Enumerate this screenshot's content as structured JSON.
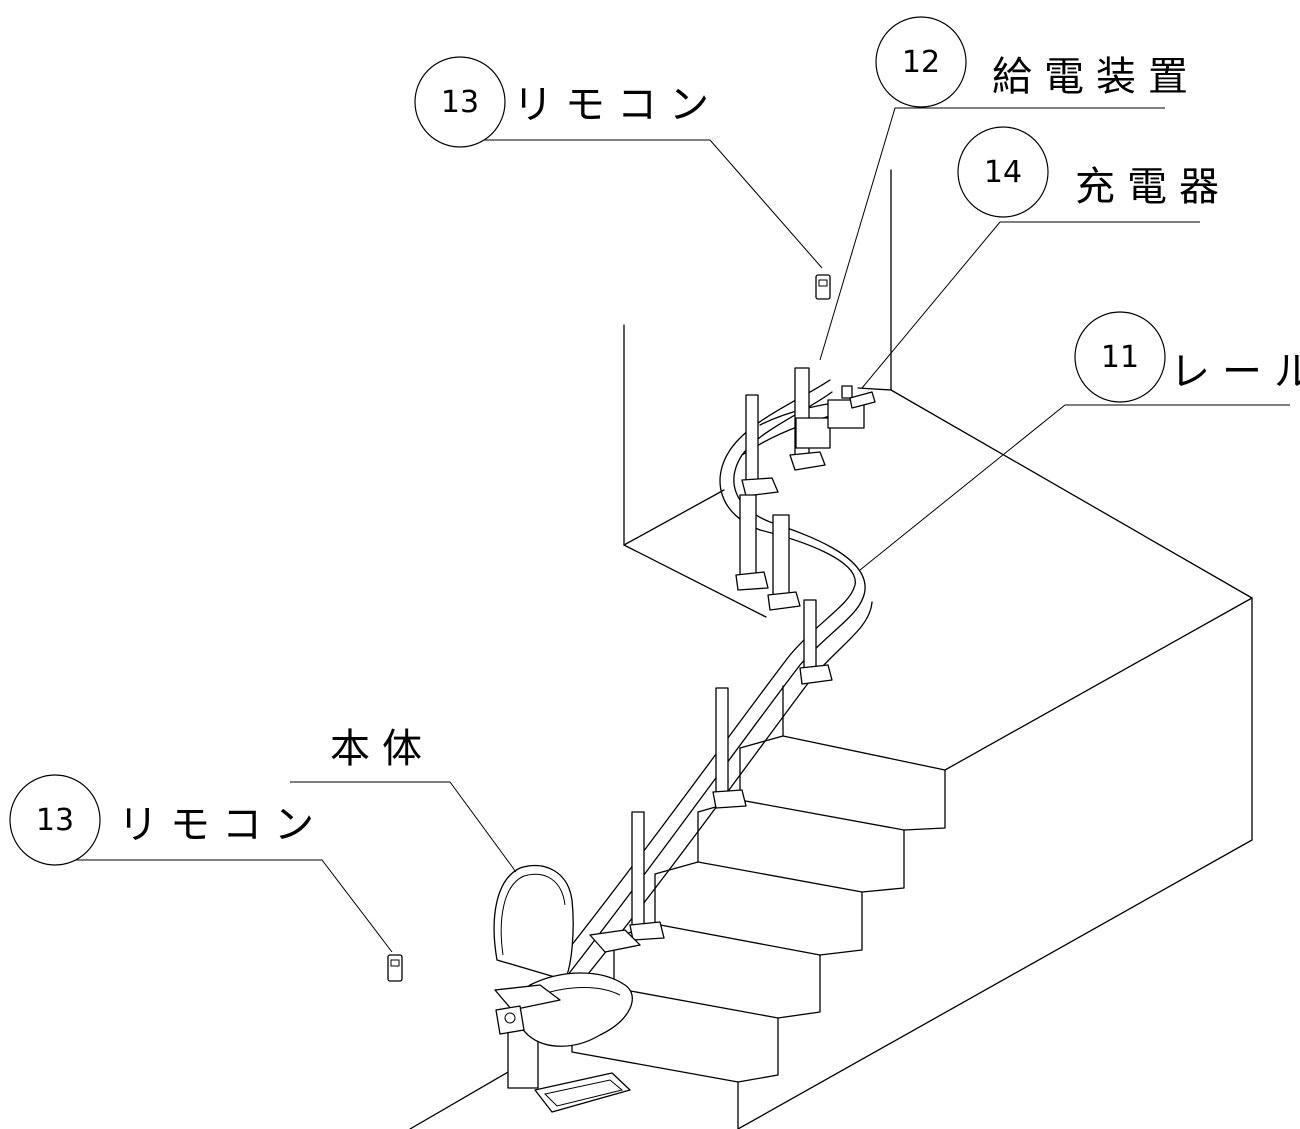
{
  "callouts": [
    {
      "id": "remote-top",
      "number": "13",
      "label": "リモコン"
    },
    {
      "id": "power-supply",
      "number": "12",
      "label": "給電装置"
    },
    {
      "id": "charger",
      "number": "14",
      "label": "充電器"
    },
    {
      "id": "rail",
      "number": "11",
      "label": "レール"
    },
    {
      "id": "remote-bottom",
      "number": "13",
      "label": "リモコン"
    }
  ],
  "body_label": "本体"
}
